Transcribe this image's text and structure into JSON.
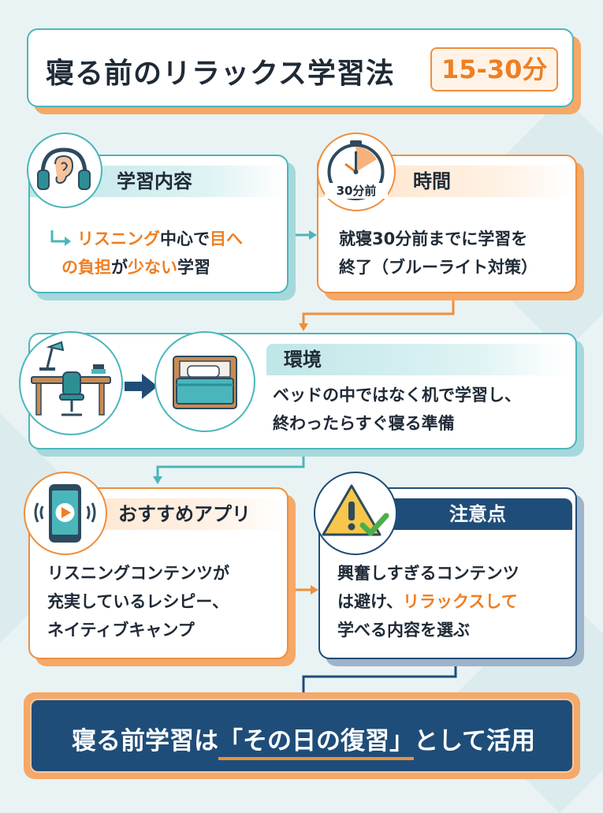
{
  "title": {
    "main": "寝る前のリラックス学習法",
    "badge": "15-30分"
  },
  "cards": {
    "content": {
      "header": "学習内容",
      "line1_o1": "リスニング",
      "line1_n1": "中心で",
      "line1_o2": "目へ",
      "line2_o1": "の負担",
      "line2_n1": "が",
      "line2_o2": "少ない",
      "line2_n2": "学習"
    },
    "time": {
      "header": "時間",
      "clock_label": "30分前",
      "line1": "就寝30分前までに学習を",
      "line2": "終了（ブルーライト対策）"
    },
    "environment": {
      "header": "環境",
      "line1": "ベッドの中ではなく机で学習し、",
      "line2": "終わったらすぐ寝る準備"
    },
    "apps": {
      "header": "おすすめアプリ",
      "line1": "リスニングコンテンツが",
      "line2": "充実しているレシピー、",
      "line3": "ネイティブキャンプ"
    },
    "caution": {
      "header": "注意点",
      "line1": "興奮しすぎるコンテンツ",
      "line2_n1": "は避け、",
      "line2_o1": "リラックスして",
      "line3": "学べる内容を選ぶ"
    }
  },
  "footer": {
    "text_before": "寝る前学習は",
    "text_highlight": "「その日の復習」",
    "text_after": "として活用"
  },
  "colors": {
    "teal": "#4ab6bb",
    "orange": "#ef8e3d",
    "navy": "#1f4d79",
    "background": "#e9f3f4"
  },
  "icons": [
    "headphones-icon",
    "clock-icon",
    "desk-icon",
    "arrow-right-icon",
    "bed-icon",
    "smartphone-play-icon",
    "warning-check-icon"
  ]
}
